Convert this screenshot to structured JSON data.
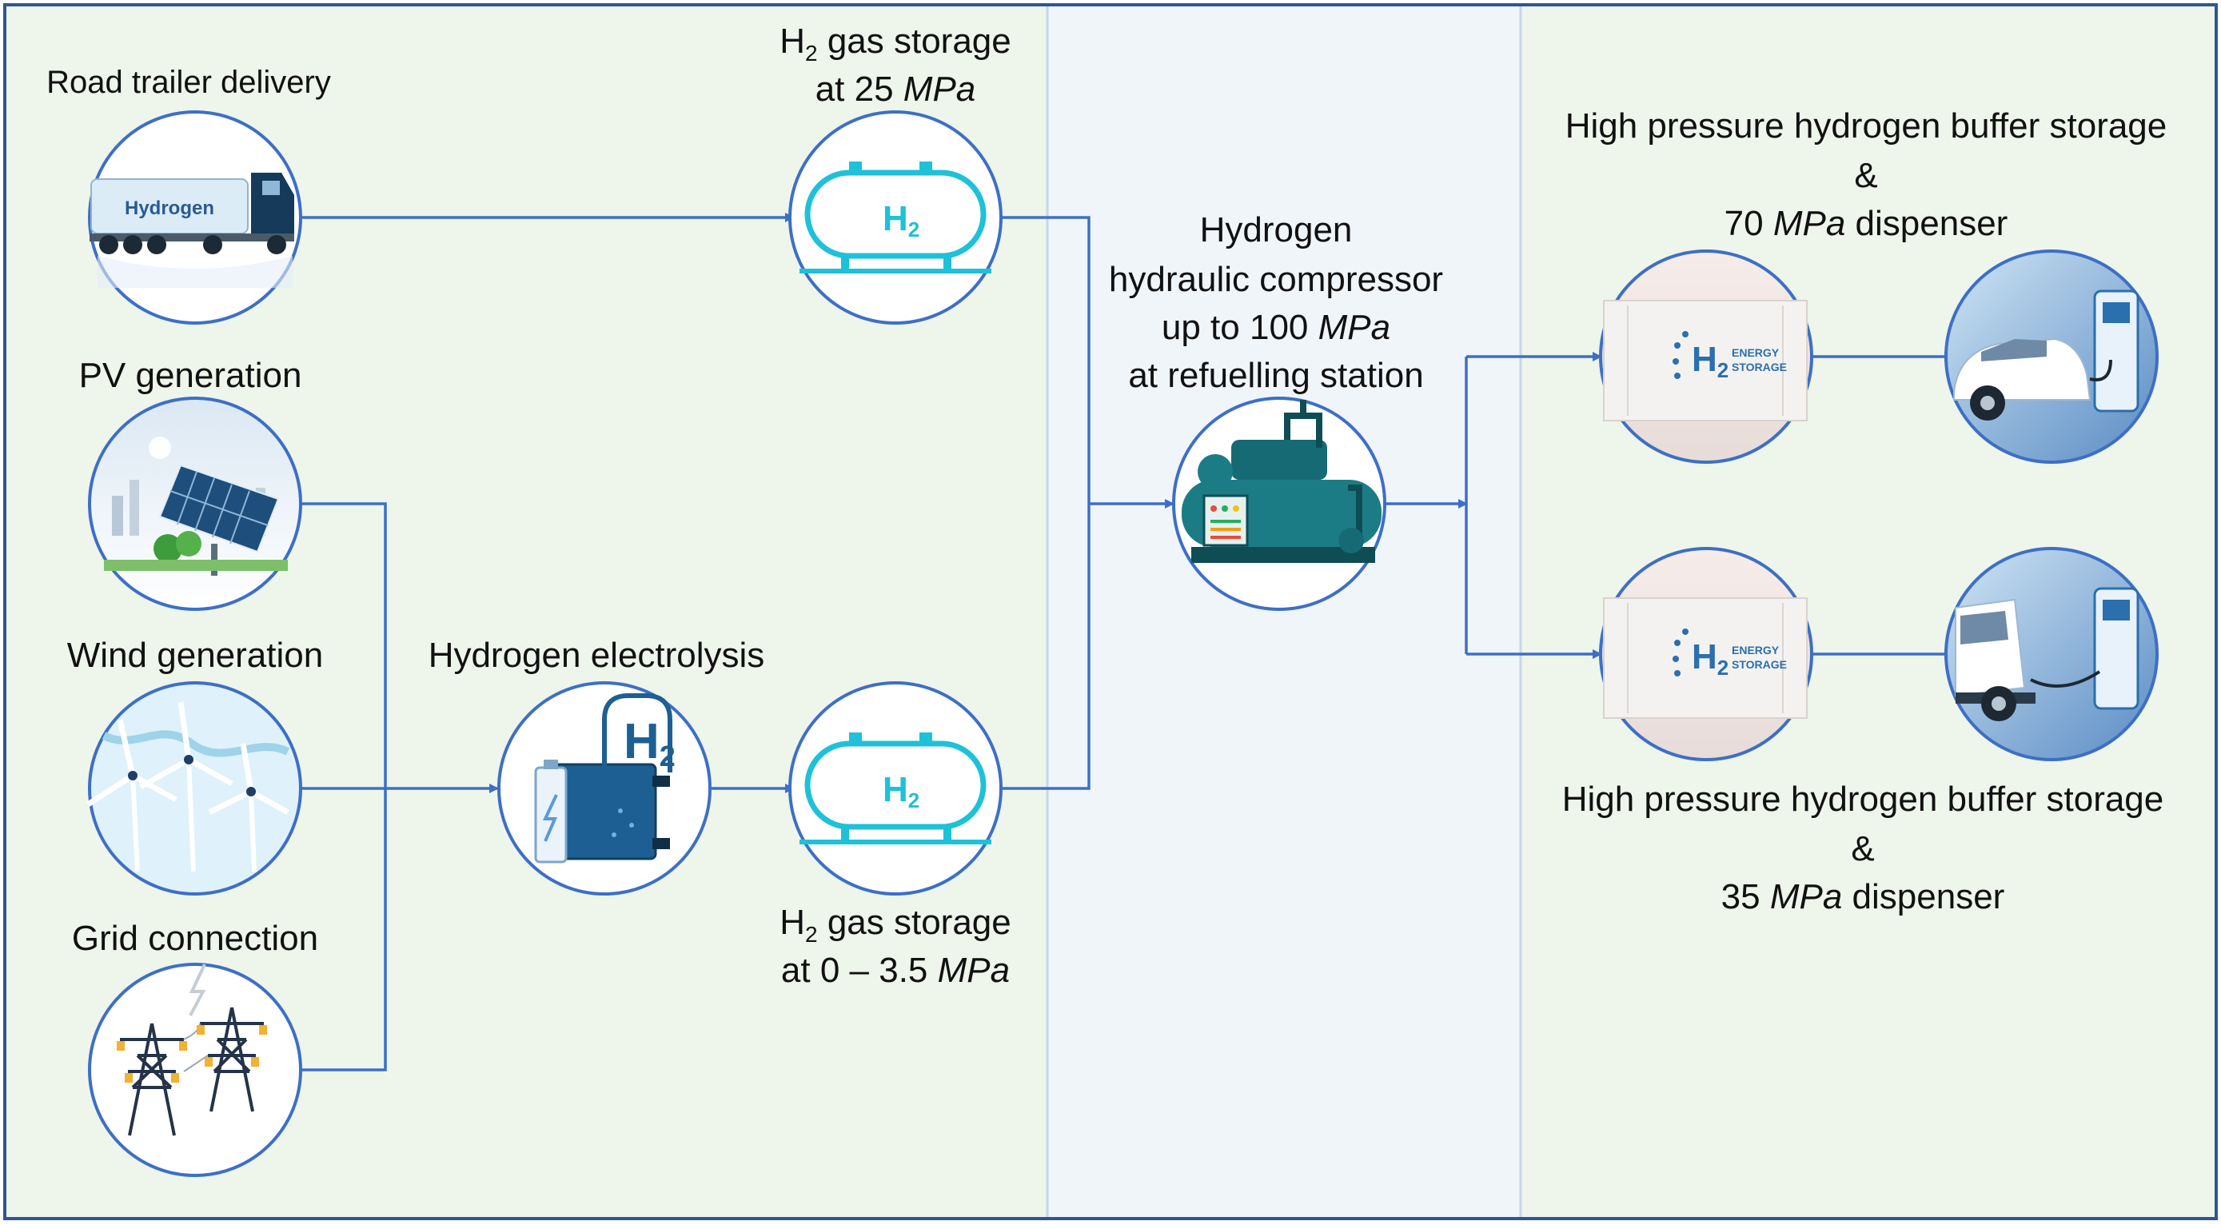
{
  "panels": {
    "left_bg": "#eef5ea",
    "middle_bg": "#f0f5fa",
    "right_bg": "#eef5ea",
    "frame": "#2f5597"
  },
  "colors": {
    "flow_line": "#3d6fc6",
    "circle_border": "#3d6fc6",
    "tank_cyan": "#1ec1d8",
    "teal": "#1c7c86"
  },
  "labels": {
    "road_trailer": "Road trailer delivery",
    "truck_text": "Hydrogen",
    "pv": "PV generation",
    "wind": "Wind generation",
    "grid": "Grid connection",
    "electrolysis": "Hydrogen electrolysis",
    "electrolysis_h": "H",
    "electrolysis_sub": "2",
    "storage_top": {
      "h": "H",
      "sub": "2",
      "rest": " gas storage",
      "line2_pre": "at 25 ",
      "unit": "MPa"
    },
    "storage_bottom": {
      "h": "H",
      "sub": "2",
      "rest": " gas storage",
      "line2_pre": "at 0 – 3.5 ",
      "unit": "MPa"
    },
    "tank_text_h": "H",
    "tank_text_sub": "2",
    "compressor": {
      "line1": "Hydrogen",
      "line2": "hydraulic compressor",
      "line3_pre": "up to 100 ",
      "line3_unit": "MPa",
      "line4": "at refuelling station"
    },
    "buffer_70": {
      "line1": "High pressure hydrogen buffer storage",
      "line2": "&",
      "line3_pre": "70 ",
      "line3_unit": "MPa",
      "line3_post": " dispenser"
    },
    "buffer_35": {
      "line1": "High pressure hydrogen buffer storage",
      "line2": "&",
      "line3_pre": "35 ",
      "line3_unit": "MPa",
      "line3_post": " dispenser"
    },
    "buffer_unit_h": "H",
    "buffer_unit_sub": "2",
    "buffer_unit_line1": "ENERGY",
    "buffer_unit_line2": "STORAGE"
  }
}
